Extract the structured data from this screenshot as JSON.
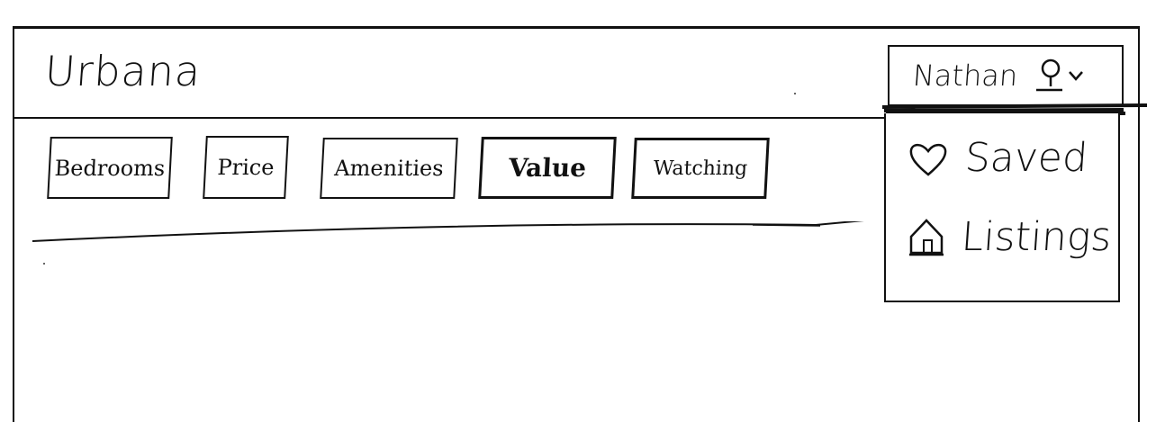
{
  "app": {
    "title": "Urbana"
  },
  "filters": [
    {
      "label": "Bedrooms"
    },
    {
      "label": "Price"
    },
    {
      "label": "Amenities"
    },
    {
      "label": "Value"
    },
    {
      "label": "Watching"
    }
  ],
  "user_menu": {
    "name": "Nathan",
    "icon": "user-icon",
    "caret": "chevron-down-icon",
    "items": [
      {
        "label": "Saved",
        "icon": "heart-icon"
      },
      {
        "label": "Listings",
        "icon": "house-icon"
      }
    ]
  }
}
